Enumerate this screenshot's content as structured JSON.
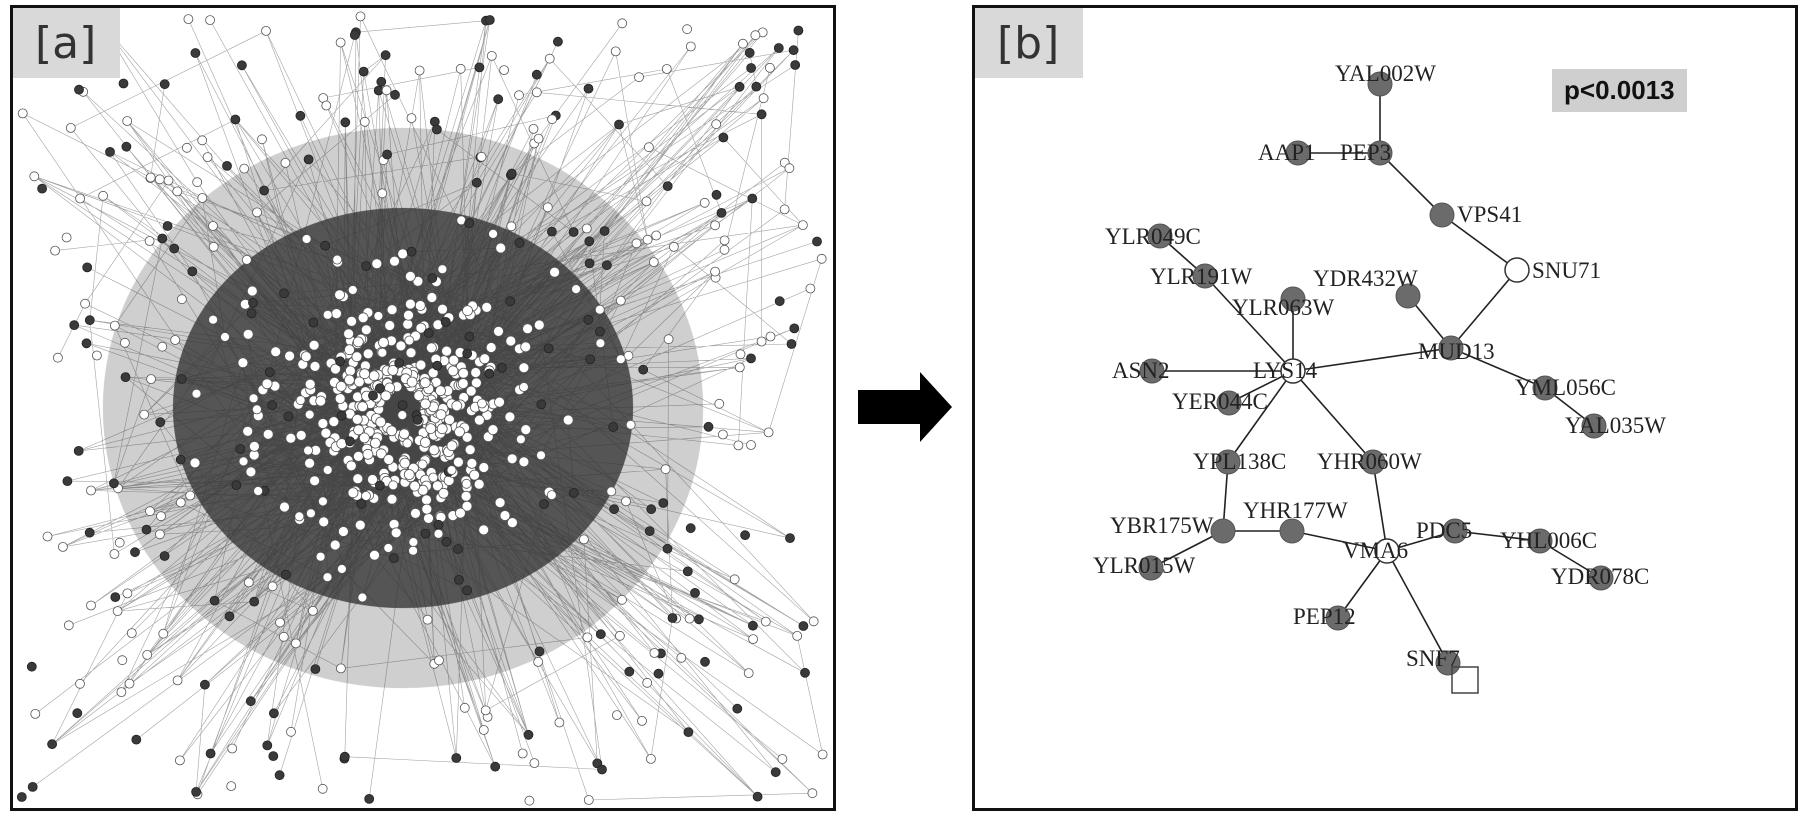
{
  "panel_a": {
    "label": "[a]"
  },
  "panel_b": {
    "label": "[b]",
    "p_value": "p<0.0013"
  },
  "network_b": {
    "nodes": [
      {
        "id": "YAL002W",
        "kind": "filled"
      },
      {
        "id": "PEP3",
        "kind": "filled"
      },
      {
        "id": "AAP1",
        "kind": "filled"
      },
      {
        "id": "VPS41",
        "kind": "filled"
      },
      {
        "id": "SNU71",
        "kind": "open"
      },
      {
        "id": "YLR049C",
        "kind": "filled"
      },
      {
        "id": "YLR191W",
        "kind": "filled"
      },
      {
        "id": "YDR432W",
        "kind": "filled"
      },
      {
        "id": "YLR063W",
        "kind": "filled"
      },
      {
        "id": "MUD13",
        "kind": "filled"
      },
      {
        "id": "ASN2",
        "kind": "filled"
      },
      {
        "id": "LYS14",
        "kind": "open"
      },
      {
        "id": "YML056C",
        "kind": "filled"
      },
      {
        "id": "YER044C",
        "kind": "filled"
      },
      {
        "id": "YAL035W",
        "kind": "filled"
      },
      {
        "id": "YPL138C",
        "kind": "filled"
      },
      {
        "id": "YHR060W",
        "kind": "filled"
      },
      {
        "id": "YHR177W",
        "kind": "filled"
      },
      {
        "id": "YBR175W",
        "kind": "filled"
      },
      {
        "id": "PDC5",
        "kind": "filled"
      },
      {
        "id": "YHL006C",
        "kind": "filled"
      },
      {
        "id": "VMA6",
        "kind": "open"
      },
      {
        "id": "YLR015W",
        "kind": "filled"
      },
      {
        "id": "YDR078C",
        "kind": "filled"
      },
      {
        "id": "PEP12",
        "kind": "filled"
      },
      {
        "id": "SNF7",
        "kind": "filled"
      }
    ],
    "edges": [
      [
        "YAL002W",
        "PEP3"
      ],
      [
        "AAP1",
        "PEP3"
      ],
      [
        "PEP3",
        "VPS41"
      ],
      [
        "VPS41",
        "SNU71"
      ],
      [
        "SNU71",
        "MUD13"
      ],
      [
        "YDR432W",
        "MUD13"
      ],
      [
        "MUD13",
        "LYS14"
      ],
      [
        "MUD13",
        "YML056C"
      ],
      [
        "YML056C",
        "YAL035W"
      ],
      [
        "YLR049C",
        "YLR191W"
      ],
      [
        "YLR191W",
        "LYS14"
      ],
      [
        "YLR063W",
        "LYS14"
      ],
      [
        "ASN2",
        "LYS14"
      ],
      [
        "YER044C",
        "LYS14"
      ],
      [
        "LYS14",
        "YPL138C"
      ],
      [
        "LYS14",
        "YHR060W"
      ],
      [
        "YPL138C",
        "YBR175W"
      ],
      [
        "YBR175W",
        "YLR015W"
      ],
      [
        "YBR175W",
        "YHR177W"
      ],
      [
        "YHR177W",
        "VMA6"
      ],
      [
        "YHR060W",
        "VMA6"
      ],
      [
        "VMA6",
        "PDC5"
      ],
      [
        "PDC5",
        "YHL006C"
      ],
      [
        "YHL006C",
        "YDR078C"
      ],
      [
        "VMA6",
        "PEP12"
      ],
      [
        "VMA6",
        "SNF7"
      ]
    ]
  }
}
